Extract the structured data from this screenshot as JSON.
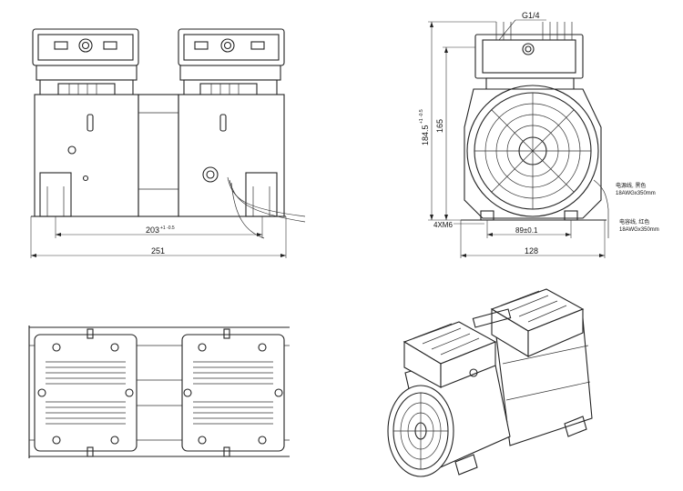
{
  "dimensions": {
    "base_width": "251",
    "hole_spacing": "203",
    "hole_spacing_tol": "+1 -0.5",
    "height_total": "184.5",
    "height_total_tol": "+1 -0.5",
    "height_body": "165",
    "thread": "G1/4",
    "bolt": "4XM6",
    "foot_spacing": "89±0.1",
    "side_width": "128"
  },
  "notes": {
    "cable_1": "电源线, 黑色",
    "cable_1_spec": "18AWGx350mm",
    "cable_2": "电容线, 红色",
    "cable_2_spec": "18AWGx350mm"
  }
}
